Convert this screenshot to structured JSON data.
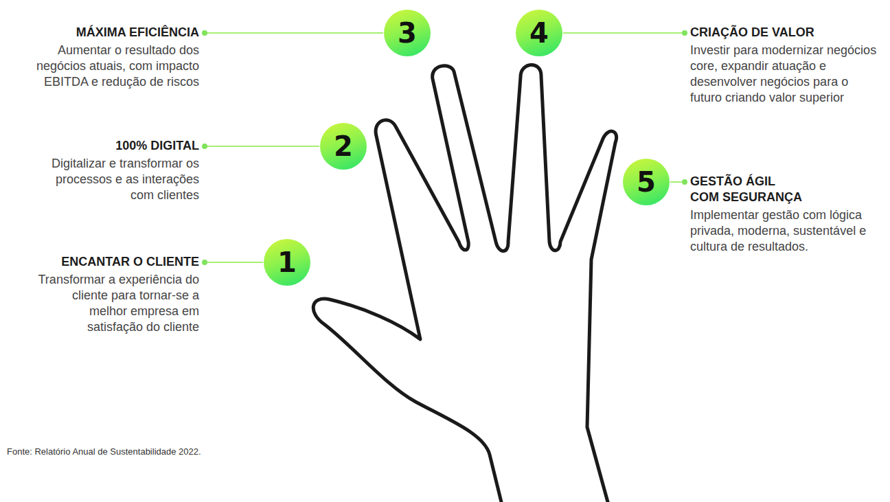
{
  "diagram": {
    "caption": "Fonte: Relatório Anual de Sustentabilidade 2022.",
    "nodes": [
      {
        "text": [
          "1"
        ]
      },
      {
        "text": [
          "ENCANTAR O CLIENTE",
          "Transformar a experiência do cliente para tornar-se a melhor empresa em satisfação do cliente"
        ]
      },
      {
        "text": [
          "2"
        ]
      },
      {
        "text": [
          "100% DIGITAL",
          "Digitalizar e transformar os processos e as interações com clientes"
        ]
      },
      {
        "text": [
          "3"
        ]
      },
      {
        "text": [
          "MÁXIMA EFICIÊNCIA",
          "Aumentar o resultado dos negócios atuais, com impacto EBITDA e redução de riscos"
        ]
      },
      {
        "text": [
          "4"
        ]
      },
      {
        "text": [
          "CRIAÇÃO DE VALOR",
          "Investir para modernizar negócios core, expandir atuação e desenvolver negócios para o futuro criando valor superior"
        ]
      },
      {
        "text": [
          "5"
        ]
      },
      {
        "text": [
          "GESTÃO ÁGIL COM SEGURANÇA",
          "Implementar gestão com lógica privada, moderna, sustentável e cultura de resultados."
        ]
      }
    ],
    "edges": [
      {
        "from": 0,
        "to": 1,
        "arrow": "none"
      },
      {
        "from": 2,
        "to": 3,
        "arrow": "none"
      },
      {
        "from": 4,
        "to": 5,
        "arrow": "none"
      },
      {
        "from": 6,
        "to": 7,
        "arrow": "none"
      },
      {
        "from": 8,
        "to": 9,
        "arrow": "none"
      }
    ]
  }
}
